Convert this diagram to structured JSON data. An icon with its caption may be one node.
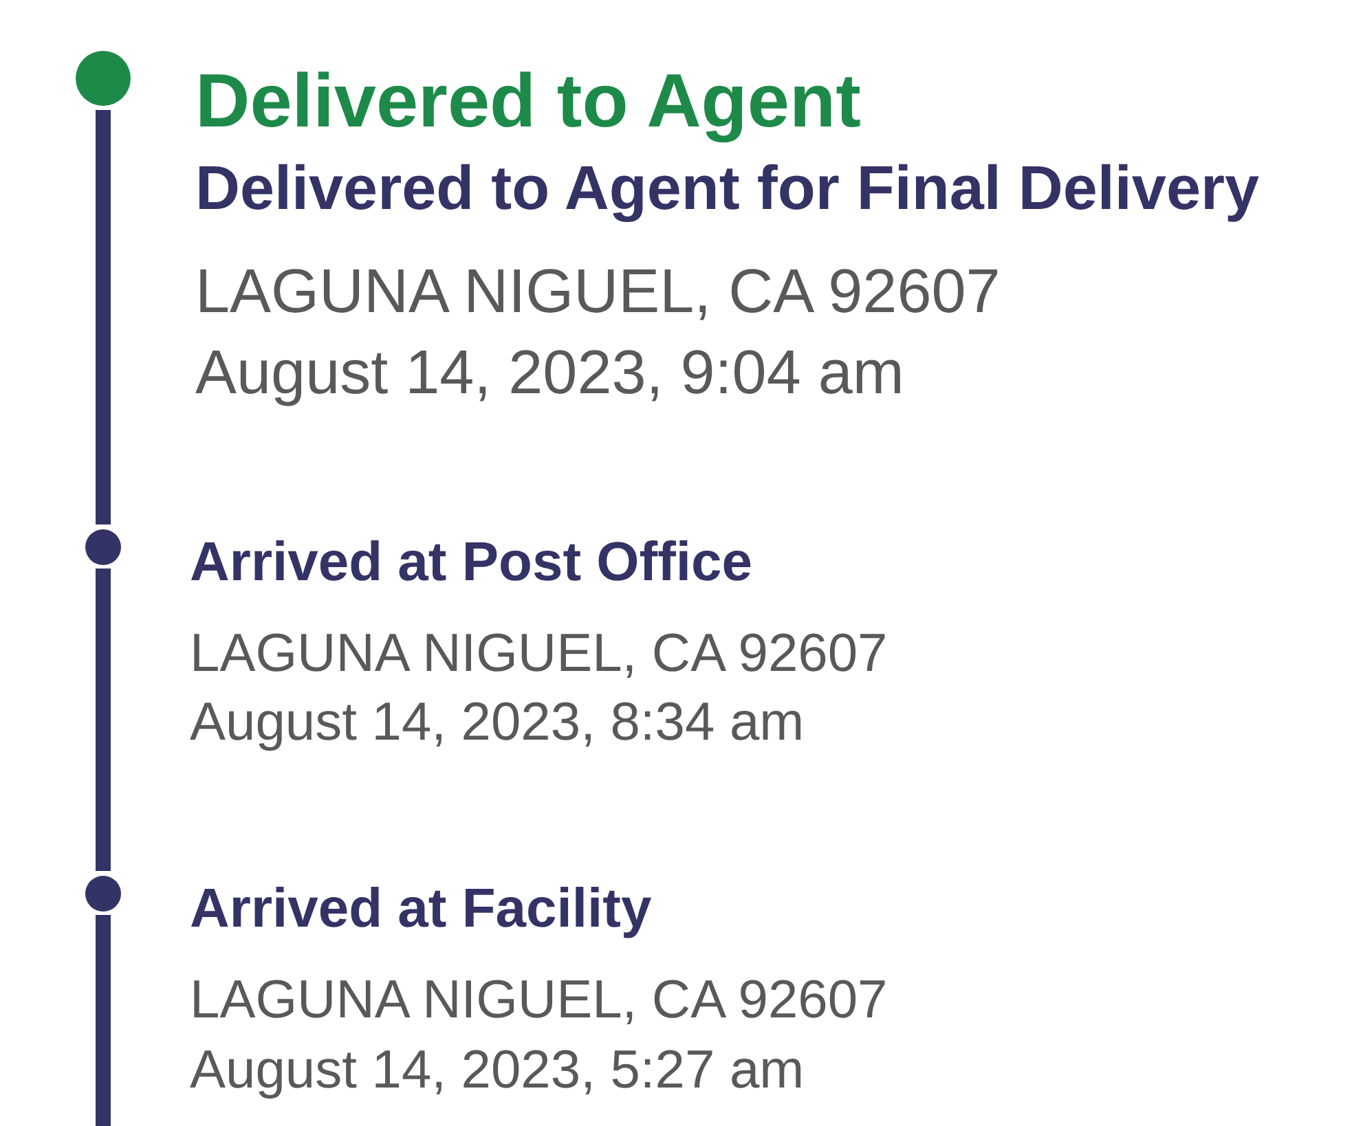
{
  "diagram": {
    "nodes": [
      {
        "text": [],
        "shape": "circle",
        "beside": [
          "Delivered to Agent",
          "Delivered to Agent for Final Delivery",
          "LAGUNA NIGUEL, CA 92607",
          "August 14, 2023, 9:04 am"
        ]
      },
      {
        "text": [],
        "shape": "circle",
        "beside": [
          "Arrived at Post Office",
          "LAGUNA NIGUEL, CA 92607",
          "August 14, 2023, 8:34 am"
        ]
      },
      {
        "text": [],
        "shape": "circle",
        "beside": [
          "Arrived at Facility",
          "LAGUNA NIGUEL, CA 92607",
          "August 14, 2023, 5:27 am"
        ]
      }
    ],
    "edges": [
      {
        "from": 0,
        "to": 1,
        "arrow": "none"
      },
      {
        "from": 1,
        "to": 2,
        "arrow": "none"
      },
      {
        "from": 2,
        "to": null,
        "arrow": "none"
      }
    ]
  }
}
